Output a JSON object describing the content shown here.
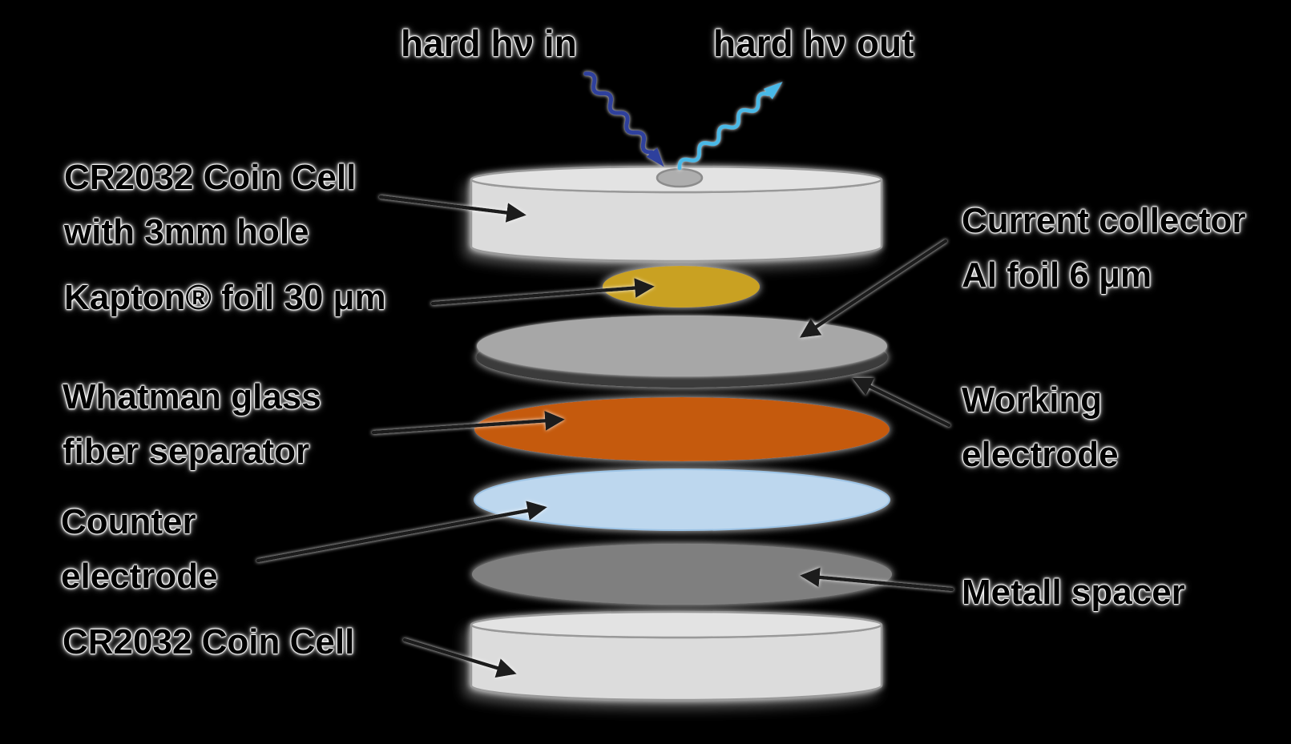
{
  "background_color": "#000000",
  "annotation_arrow_color": "#1a1a1a",
  "beams": {
    "in_label": "hard hν in",
    "out_label": "hard hν out",
    "in_color": "#2e3f9d",
    "out_color": "#4ab9e7"
  },
  "labels": {
    "top_cell_1": "CR2032 Coin Cell",
    "top_cell_2": "with 3mm hole",
    "kapton": "Kapton® foil 30 μm",
    "separator_1": "Whatman glass",
    "separator_2": "fiber separator",
    "counter_1": "Counter",
    "counter_2": "electrode",
    "bottom_cell": "CR2032 Coin Cell",
    "collector_1": "Current collector",
    "collector_2": "Al foil 6 μm",
    "working_1": "Working",
    "working_2": "electrode",
    "spacer": "Metall spacer"
  },
  "components": {
    "top_cell": {
      "name": "CR2032 Coin Cell with 3mm hole",
      "color": "#dcdcdc",
      "face_color": "#e3e3e3",
      "stroke": "#999999"
    },
    "hole": {
      "name": "3mm beam hole",
      "color": "#aeaeae",
      "stroke": "#8c8c8c"
    },
    "kapton": {
      "name": "Kapton foil 30 um",
      "color": "#c9a120"
    },
    "collector": {
      "name": "Current collector Al foil 6 um",
      "color": "#a7a7a7"
    },
    "working": {
      "name": "Working electrode",
      "color": "#3b3b3b"
    },
    "separator": {
      "name": "Whatman glass fiber separator",
      "color": "#c55a11"
    },
    "counter": {
      "name": "Counter electrode",
      "color": "#bdd7ee",
      "stroke": "#9cc3e5"
    },
    "spacer": {
      "name": "Metall spacer",
      "color": "#7f7f7f"
    },
    "bottom_cell": {
      "name": "CR2032 Coin Cell",
      "color": "#dcdcdc",
      "face_color": "#e3e3e3",
      "stroke": "#999999"
    }
  }
}
